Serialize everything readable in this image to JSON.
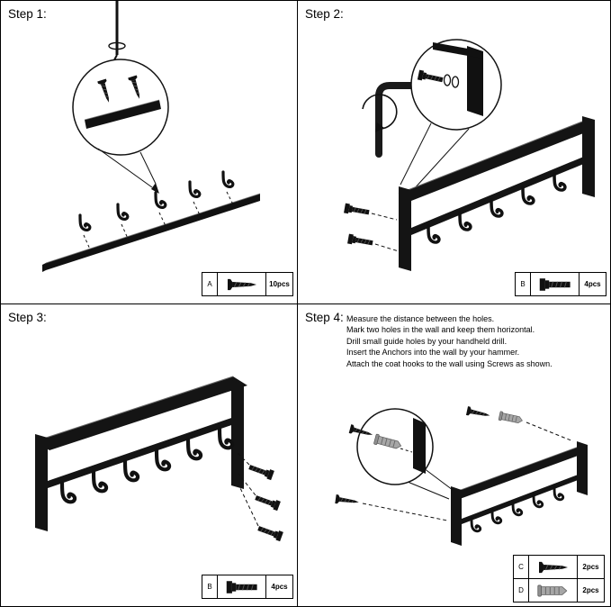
{
  "colors": {
    "ink": "#111111",
    "anchor_gray": "#a6a6a6",
    "background": "#ffffff"
  },
  "panels": [
    {
      "step_label": "Step 1:",
      "parts": [
        {
          "id": "A",
          "icon": "screw-icon",
          "qty": "10pcs"
        }
      ]
    },
    {
      "step_label": "Step 2:",
      "parts": [
        {
          "id": "B",
          "icon": "bolt-icon",
          "qty": "4pcs"
        }
      ]
    },
    {
      "step_label": "Step 3:",
      "parts": [
        {
          "id": "B",
          "icon": "bolt-icon",
          "qty": "4pcs"
        }
      ]
    },
    {
      "step_label": "Step 4:",
      "instructions": [
        "Measure the distance between the holes.",
        "Mark two holes in the wall and keep them horizontal.",
        "Drill small guide holes by your handheld drill.",
        "Insert the Anchors into the wall by your hammer.",
        "Attach the coat hooks to the wall using Screws as shown."
      ],
      "parts": [
        {
          "id": "C",
          "icon": "screw-icon",
          "qty": "2pcs"
        },
        {
          "id": "D",
          "icon": "anchor-icon",
          "qty": "2pcs"
        }
      ]
    }
  ]
}
